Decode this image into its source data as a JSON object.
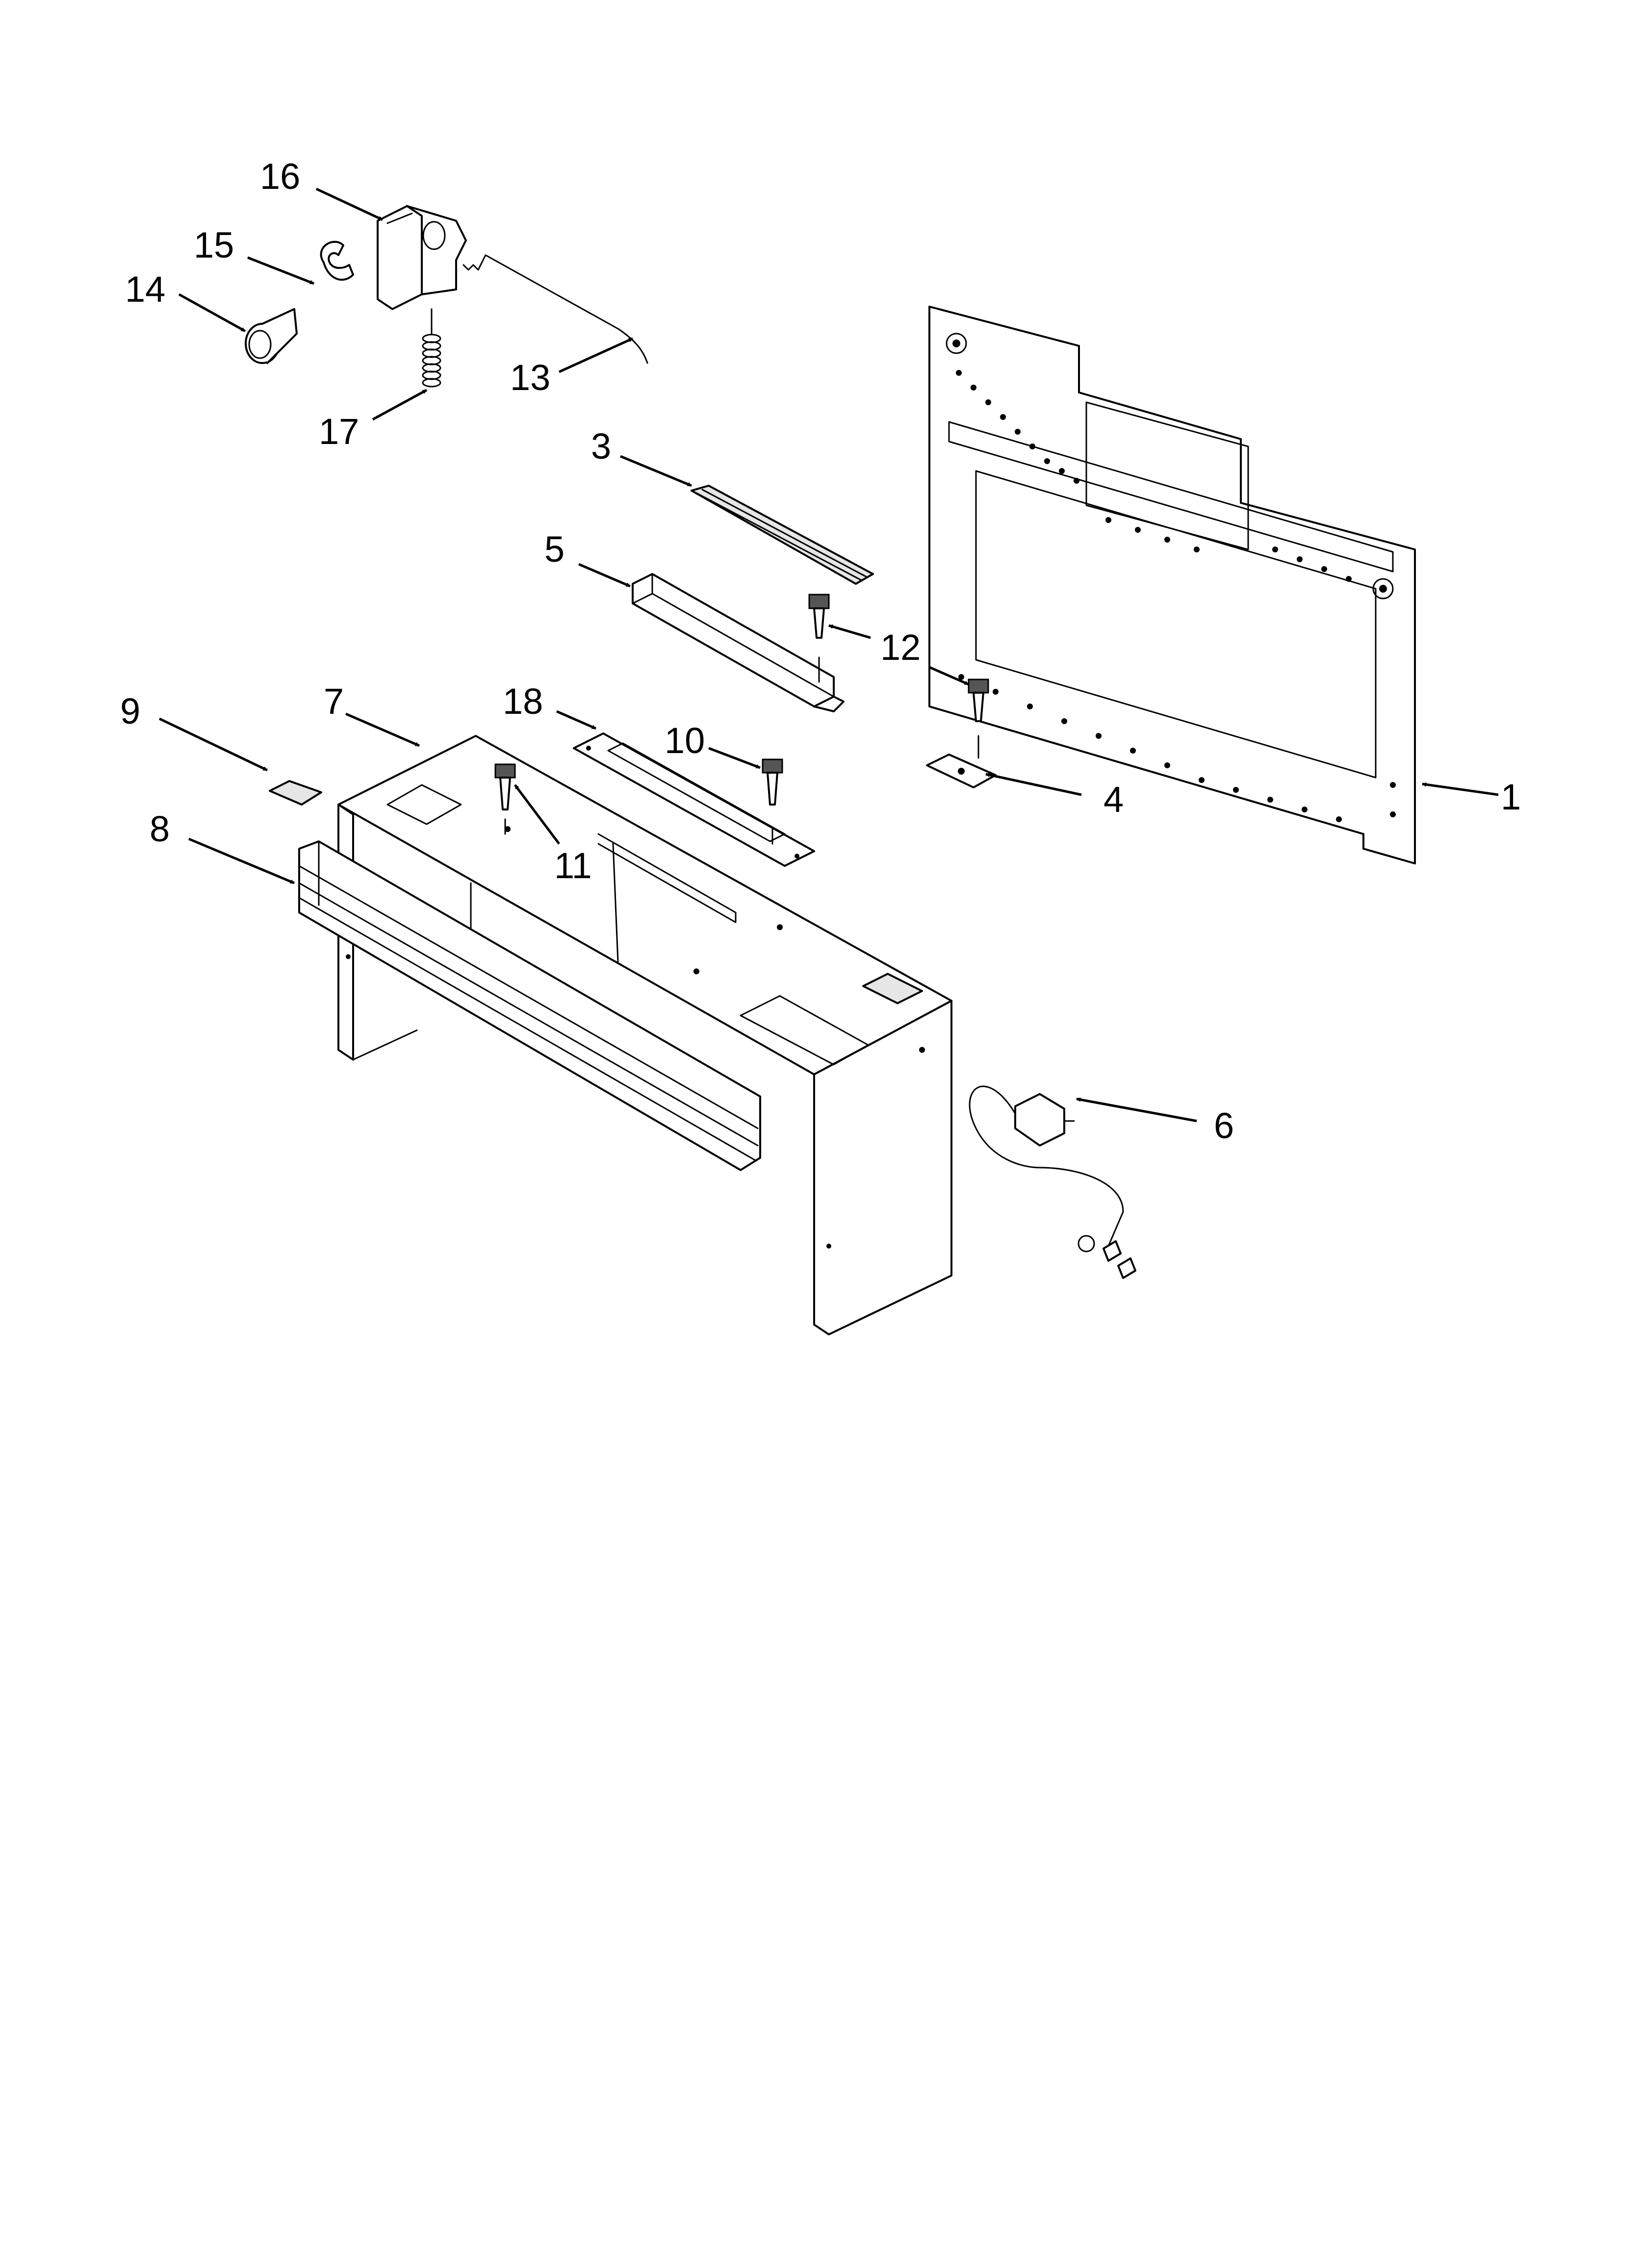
{
  "callouts": [
    {
      "id": "1",
      "label": "1"
    },
    {
      "id": "3",
      "label": "3"
    },
    {
      "id": "4",
      "label": "4"
    },
    {
      "id": "5",
      "label": "5"
    },
    {
      "id": "6",
      "label": "6"
    },
    {
      "id": "7",
      "label": "7"
    },
    {
      "id": "8",
      "label": "8"
    },
    {
      "id": "9",
      "label": "9"
    },
    {
      "id": "10",
      "label": "10"
    },
    {
      "id": "11",
      "label": "11"
    },
    {
      "id": "12",
      "label": "12"
    },
    {
      "id": "13",
      "label": "13"
    },
    {
      "id": "14",
      "label": "14"
    },
    {
      "id": "15",
      "label": "15"
    },
    {
      "id": "16",
      "label": "16"
    },
    {
      "id": "17",
      "label": "17"
    },
    {
      "id": "18",
      "label": "18"
    }
  ]
}
